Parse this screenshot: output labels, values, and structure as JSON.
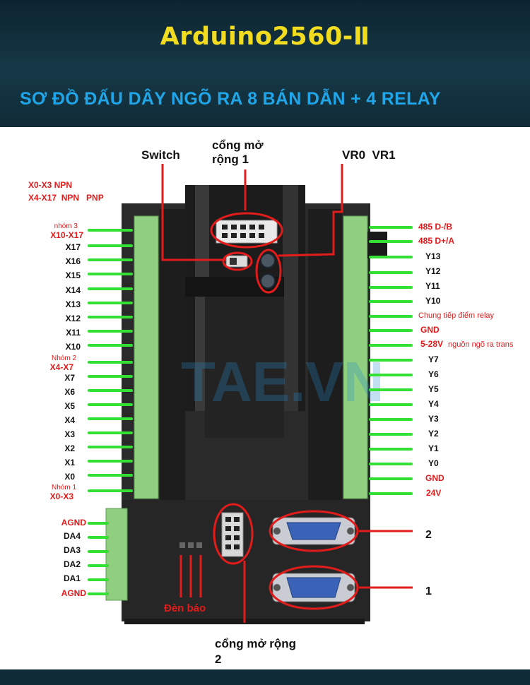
{
  "title": "Arduino2560-Ⅱ",
  "subtitle": "SƠ ĐỒ ĐẤU DÂY NGÕ RA 8 BÁN DẪN + 4 RELAY",
  "top_labels": {
    "switch": "Switch",
    "expansion_port_1": "cổng mở\nrộng 1",
    "vr": "VR0  VR1"
  },
  "input_type": {
    "line1": "X0-X3 NPN",
    "line2": "X4-X17  NPN   PNP"
  },
  "left_pins": [
    {
      "group": "nhóm 3",
      "label": "X10-X17"
    },
    {
      "label": "X17"
    },
    {
      "label": "X16"
    },
    {
      "label": "X15"
    },
    {
      "label": "X14"
    },
    {
      "label": "X13"
    },
    {
      "label": "X12"
    },
    {
      "label": "X11"
    },
    {
      "label": "X10"
    },
    {
      "group": "Nhóm 2",
      "label": "X4-X7"
    },
    {
      "label": "X7"
    },
    {
      "label": "X6"
    },
    {
      "label": "X5"
    },
    {
      "label": "X4"
    },
    {
      "label": "X3"
    },
    {
      "label": "X2"
    },
    {
      "label": "X1"
    },
    {
      "label": "X0"
    },
    {
      "group": "Nhóm 1",
      "label": "X0-X3"
    }
  ],
  "right_pins": [
    {
      "label": "485 D-/B"
    },
    {
      "label": "485 D+/A"
    },
    {
      "label": "Y13"
    },
    {
      "label": "Y12"
    },
    {
      "label": "Y11"
    },
    {
      "label": "Y10"
    },
    {
      "label": "Chung tiếp điểm relay"
    },
    {
      "label": "GND"
    },
    {
      "label": "5-28V",
      "note": "nguồn ngõ ra trans"
    },
    {
      "label": "Y7"
    },
    {
      "label": "Y6"
    },
    {
      "label": "Y5"
    },
    {
      "label": "Y4"
    },
    {
      "label": "Y3"
    },
    {
      "label": "Y2"
    },
    {
      "label": "Y1"
    },
    {
      "label": "Y0"
    },
    {
      "label": "GND"
    },
    {
      "label": "24V"
    }
  ],
  "analog_pins": [
    {
      "label": "AGND"
    },
    {
      "label": "DA4"
    },
    {
      "label": "DA3"
    },
    {
      "label": "DA2"
    },
    {
      "label": "DA1"
    },
    {
      "label": "AGND"
    }
  ],
  "bottom_labels": {
    "led": "Đèn báo",
    "expansion_port_2": "cổng mở rộng\n2",
    "db9_2": "2",
    "db9_1": "1"
  },
  "watermark": "TAE.VN",
  "colors": {
    "header_bg": "#0f2b37",
    "title": "#f2dc1f",
    "subtitle": "#20a6e8",
    "highlight": "#e21b1b",
    "pin_line": "#33e033",
    "terminal": "#8fcf7f"
  }
}
